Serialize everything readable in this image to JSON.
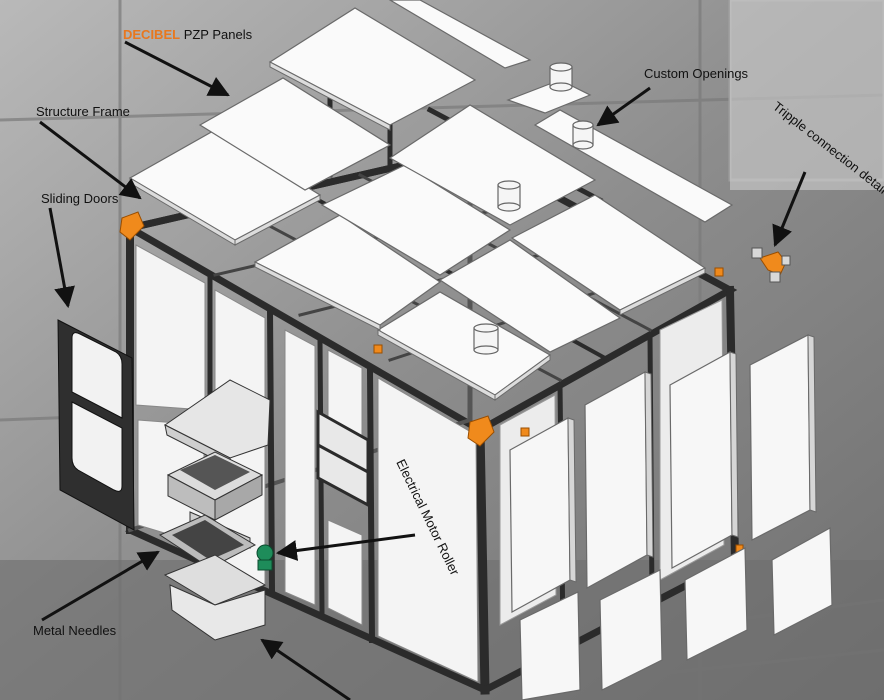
{
  "labels": {
    "brand": "DECIBEL",
    "pzp_panels": "PZP Panels",
    "structure_frame": "Structure Frame",
    "sliding_doors": "Sliding Doors",
    "custom_openings": "Custom Openings",
    "tripple_connection": "Tripple connection detail",
    "electrical_motor_roller": "Electrical Motor Roller",
    "metal_needles": "Metal Needles"
  },
  "colors": {
    "brand": "#e8771e",
    "frame": "#2b2b2b",
    "panel": "#f4f4f4",
    "joint": "#f08a1c",
    "motor": "#1e8c5a"
  }
}
